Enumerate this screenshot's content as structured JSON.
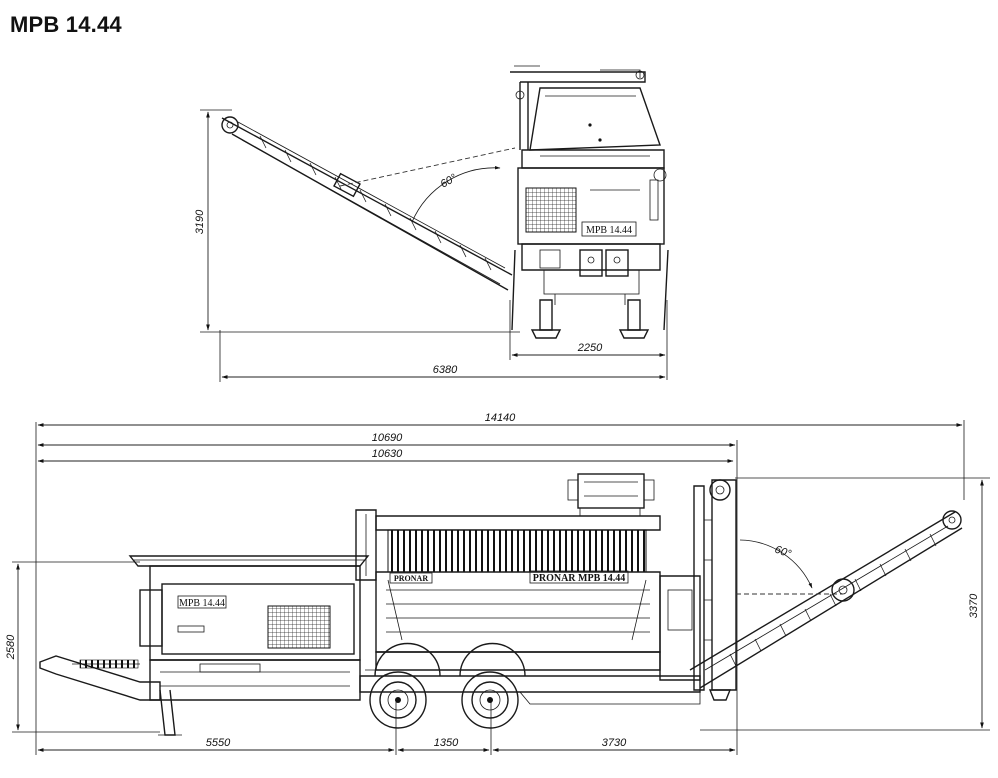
{
  "title": "MPB 14.44",
  "rear_view": {
    "height": "3190",
    "width": "2250",
    "overall_width": "6380",
    "angle": "60°",
    "plate": "MPB 14.44"
  },
  "side_view": {
    "overall_length": "14140",
    "length_a": "10690",
    "length_b": "10630",
    "height_body": "2580",
    "height_conveyor": "3370",
    "front_to_axle": "5550",
    "axle_spacing": "1350",
    "axle_to_rear": "3730",
    "angle": "60°",
    "plate_drum": "PRONAR MPB 14.44",
    "plate_hopper": "MPB 14.44",
    "logo_small": "PRONAR"
  }
}
